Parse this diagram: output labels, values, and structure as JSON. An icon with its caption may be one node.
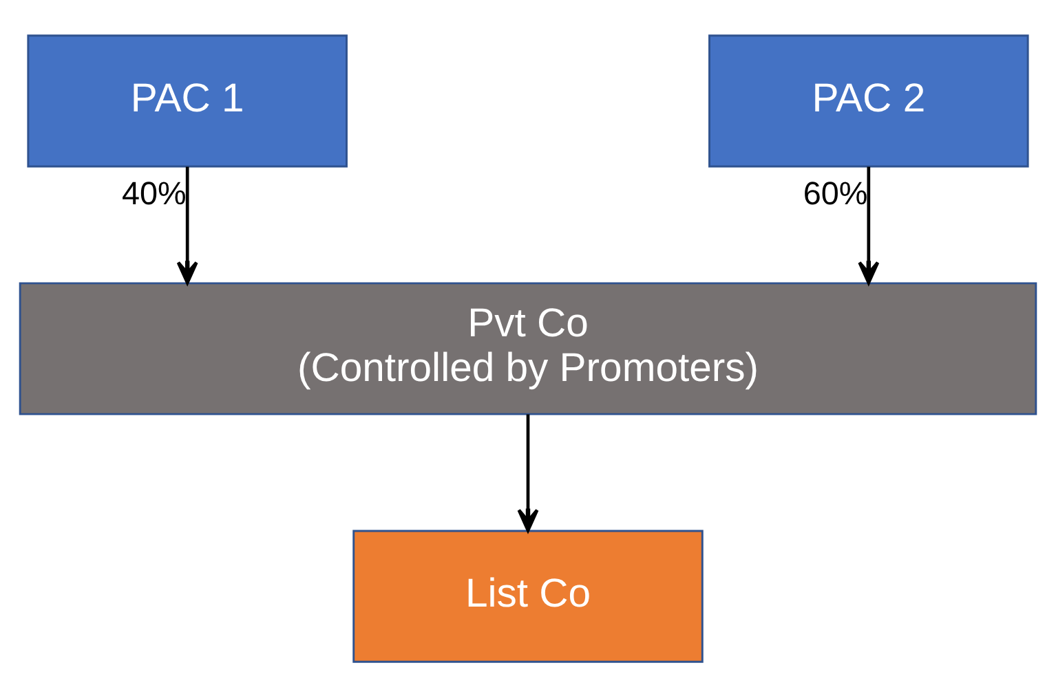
{
  "diagram": {
    "nodes": [
      {
        "text": [
          "PAC 1"
        ]
      },
      {
        "text": [
          "PAC 2"
        ]
      },
      {
        "text": [
          "Pvt Co",
          "(Controlled by Promoters)"
        ]
      },
      {
        "text": [
          "List Co"
        ]
      }
    ],
    "edges": [
      {
        "from": 0,
        "to": 2,
        "arrow": "to",
        "label": "40%"
      },
      {
        "from": 1,
        "to": 2,
        "arrow": "to",
        "label": "60%"
      },
      {
        "from": 2,
        "to": 3,
        "arrow": "to"
      }
    ]
  }
}
